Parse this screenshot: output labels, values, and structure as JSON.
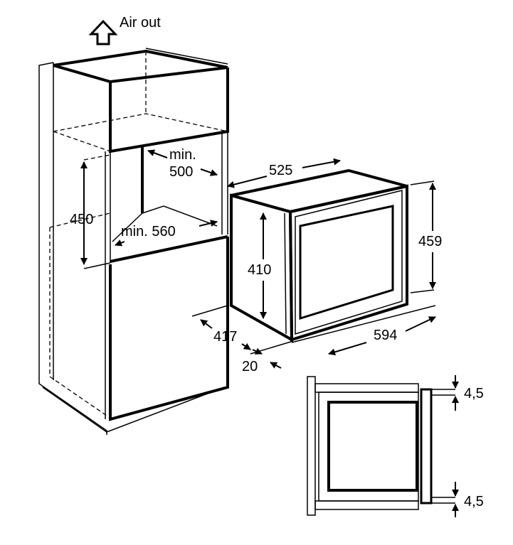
{
  "labels": {
    "air_out": "Air out",
    "min_500_a": "min.",
    "min_500_b": "500",
    "height_450": "450",
    "min_560": "min. 560",
    "depth_525": "525",
    "height_459": "459",
    "height_410": "410",
    "depth_417": "417",
    "width_594": "594",
    "offset_20": "20",
    "gap_top": "4,5",
    "gap_bottom": "4,5"
  }
}
